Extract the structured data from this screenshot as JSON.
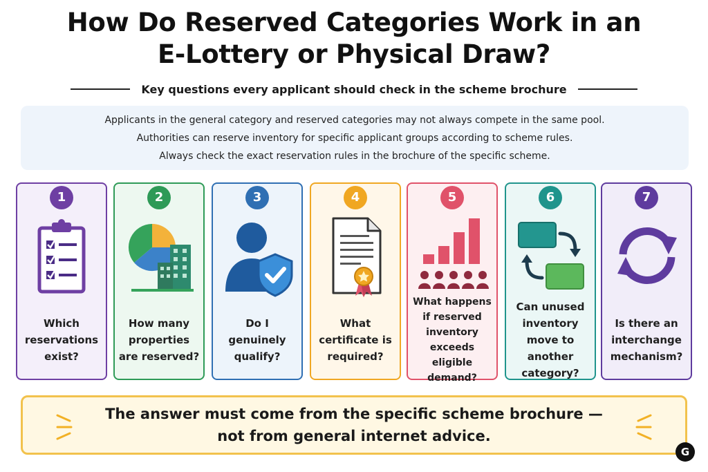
{
  "header": {
    "title_line1": "How Do Reserved Categories Work in an",
    "title_line2": "E-Lottery or Physical Draw?",
    "subtitle": "Key questions every applicant should check in the scheme brochure"
  },
  "intro": {
    "lines": [
      "Applicants in the general category and reserved categories may not always compete in the same pool.",
      "Authorities can reserve inventory for specific applicant groups according to scheme rules.",
      "Always check the exact reservation rules in the brochure of the specific scheme."
    ]
  },
  "cards": [
    {
      "number": "1",
      "text": "Which reservations exist?",
      "icon": "clipboard-checklist-icon",
      "color": "#6e3fa3",
      "bg": "#f4effa"
    },
    {
      "number": "2",
      "text": "How many properties are reserved?",
      "icon": "pie-chart-buildings-icon",
      "color": "#2e9a57",
      "bg": "#edf8f0"
    },
    {
      "number": "3",
      "text": "Do I genuinely qualify?",
      "icon": "person-shield-icon",
      "color": "#2f6fb3",
      "bg": "#edf4fb"
    },
    {
      "number": "4",
      "text": "What certificate is required?",
      "icon": "certificate-document-icon",
      "color": "#f0a722",
      "bg": "#fff7e9"
    },
    {
      "number": "5",
      "text": "What happens if reserved inventory exceeds eligible demand?",
      "icon": "bar-chart-people-icon",
      "color": "#e0526a",
      "bg": "#fdeff1"
    },
    {
      "number": "6",
      "text": "Can unused inventory move to another category?",
      "icon": "transfer-boxes-icon",
      "color": "#1f948c",
      "bg": "#ebf7f6"
    },
    {
      "number": "7",
      "text": "Is there an interchange mechanism?",
      "icon": "cycle-arrows-icon",
      "color": "#5e3b9e",
      "bg": "#f1edf9"
    }
  ],
  "footer": {
    "line1": "The answer must come from the specific scheme brochure —",
    "line2": "not from general internet advice."
  },
  "logo": {
    "glyph": "G"
  }
}
